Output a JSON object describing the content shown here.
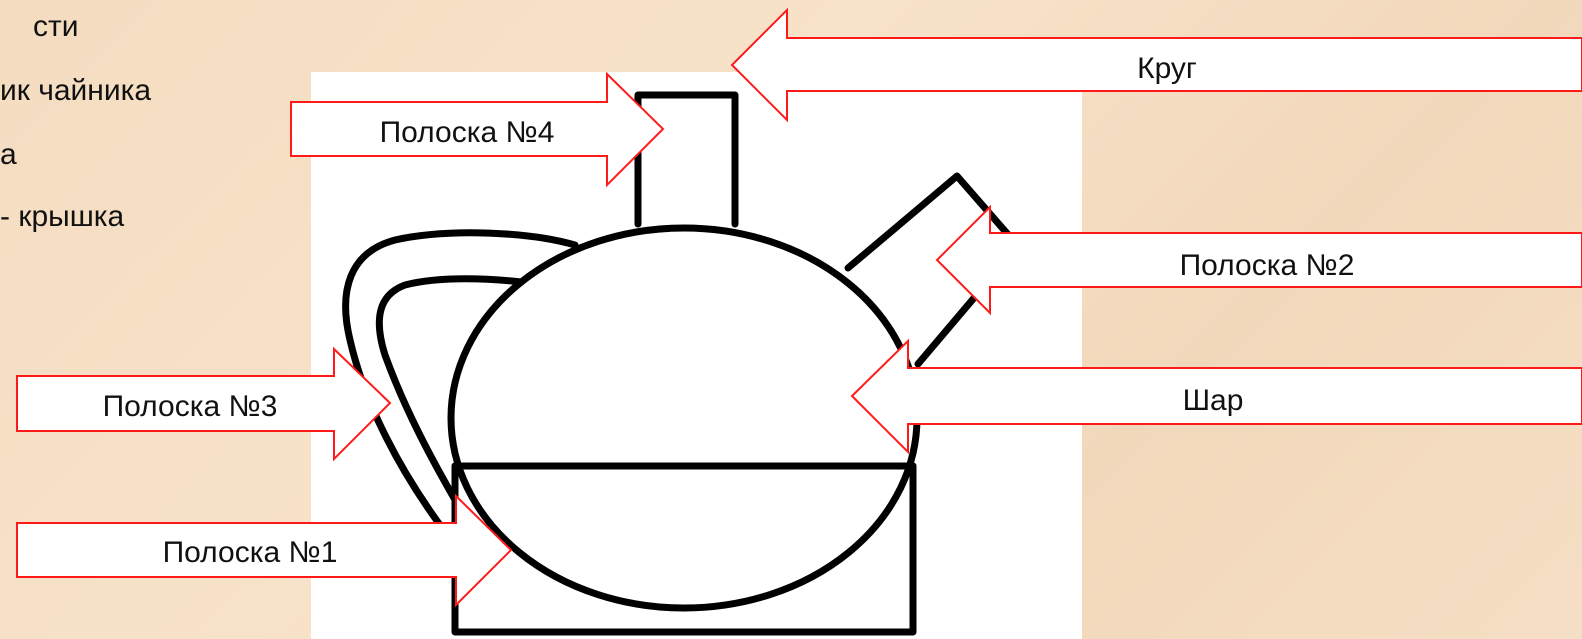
{
  "left_text": {
    "line1": "сти",
    "line2": "ик чайника",
    "line3": "а",
    "line4": "- крышка"
  },
  "labels": {
    "krug": "Круг",
    "polos4": "Полоска №4",
    "polos2": "Полоска №2",
    "shar": "Шар",
    "polos3": "Полоска №3",
    "polos1": "Полоска №1"
  },
  "colors": {
    "arrow_stroke": "#ff1a1a",
    "outline": "#000000",
    "panel": "#ffffff"
  }
}
